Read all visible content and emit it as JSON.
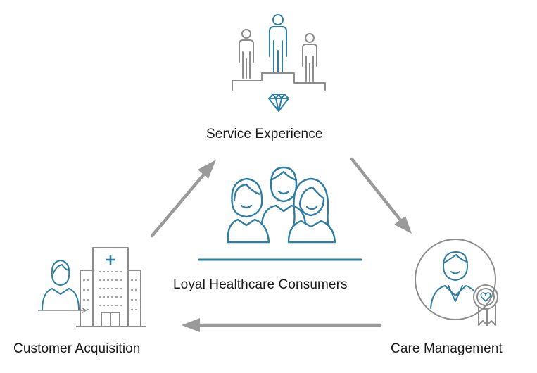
{
  "nodes": {
    "service_experience": "Service Experience",
    "loyal_consumers": "Loyal Healthcare Consumers",
    "customer_acquisition": "Customer Acquisition",
    "care_management": "Care Management"
  },
  "colors": {
    "teal": "#2e7ea3",
    "gray": "#8c8c8c",
    "arrow": "#9a9a9a",
    "text": "#1a1a1a"
  },
  "icons": {
    "service_experience": "podium-people-diamond-icon",
    "loyal_consumers": "three-people-group-icon",
    "customer_acquisition": "person-hospital-building-icon",
    "care_management": "doctor-badge-circle-icon"
  }
}
